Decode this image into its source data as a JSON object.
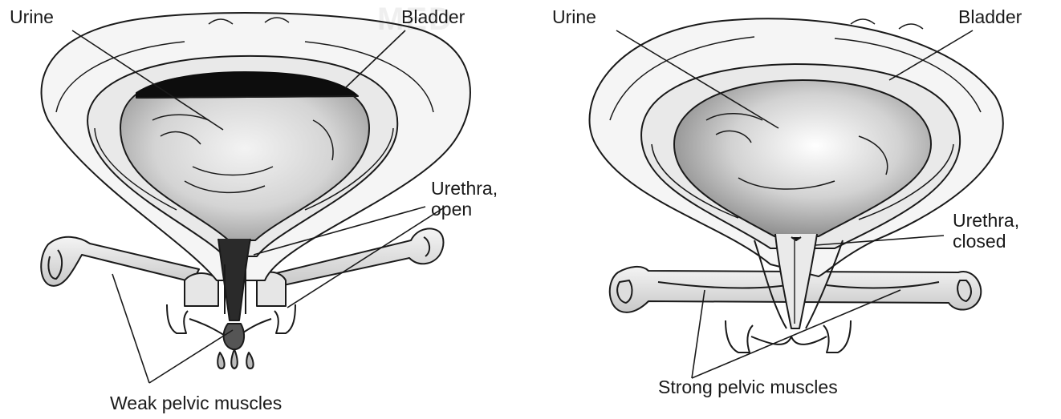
{
  "watermark": "MED",
  "left_diagram": {
    "label_urine": "Urine",
    "label_bladder": "Bladder",
    "label_urethra": "Urethra,\nopen",
    "label_muscles": "Weak pelvic muscles"
  },
  "right_diagram": {
    "label_urine": "Urine",
    "label_bladder": "Bladder",
    "label_urethra": "Urethra,\nclosed",
    "label_muscles": "Strong pelvic muscles"
  },
  "colors": {
    "ink": "#1a1a1a",
    "urine_dark": "#0d0d0d",
    "bladder_fill": "#cfcfcf",
    "tissue": "#f2f2f2"
  }
}
